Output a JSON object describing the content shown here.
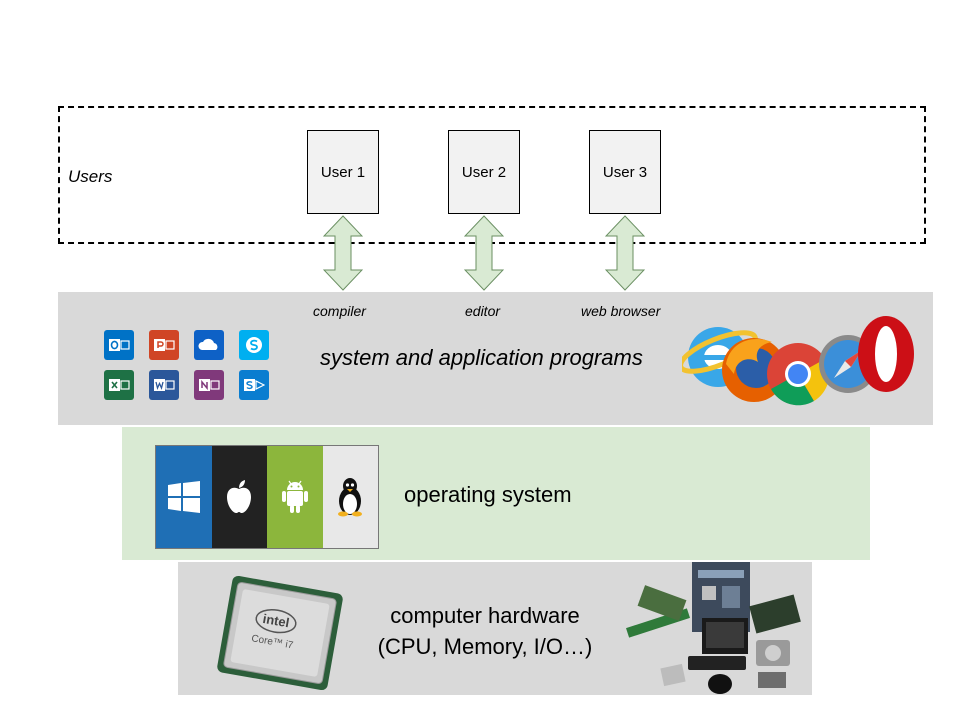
{
  "users": {
    "label": "Users",
    "items": [
      "User 1",
      "User 2",
      "User 3"
    ]
  },
  "apps": {
    "programs": [
      "compiler",
      "editor",
      "web browser"
    ],
    "title": "system and application programs",
    "office_icons": [
      "outlook-icon",
      "powerpoint-icon",
      "onedrive-icon",
      "skype-icon",
      "excel-icon",
      "word-icon",
      "onenote-icon",
      "sharepoint-icon"
    ],
    "browser_icons": [
      "internet-explorer-icon",
      "firefox-icon",
      "chrome-icon",
      "safari-icon",
      "opera-icon"
    ]
  },
  "os": {
    "title": "operating system",
    "icons": [
      "windows-icon",
      "apple-icon",
      "android-icon",
      "linux-icon"
    ]
  },
  "hardware": {
    "line1": "computer hardware",
    "line2": "(CPU, Memory, I/O…)",
    "cpu_brand": "intel",
    "cpu_model": "Core™ i7"
  },
  "colors": {
    "users_box_fill": "#f2f2f2",
    "arrow_fill": "#d9ead3",
    "arrow_stroke": "#6a8f62",
    "apps_layer": "#d9d9d9",
    "os_layer": "#d9ead3",
    "hardware_layer": "#d9d9d9"
  }
}
